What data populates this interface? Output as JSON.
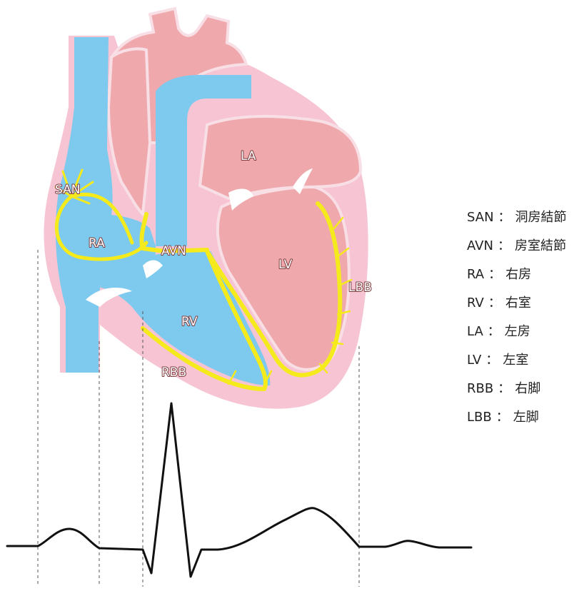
{
  "labels": {
    "san": "SAN",
    "ra": "RA",
    "avn": "AVN",
    "la": "LA",
    "lv": "LV",
    "rv": "RV",
    "rbb": "RBB",
    "lbb": "LBB"
  },
  "legend": {
    "separator": "：",
    "items": [
      {
        "abbr": "SAN",
        "term": "洞房結節"
      },
      {
        "abbr": "AVN",
        "term": "房室結節"
      },
      {
        "abbr": "RA",
        "term": "右房"
      },
      {
        "abbr": "RV",
        "term": "右室"
      },
      {
        "abbr": "LA",
        "term": "左房"
      },
      {
        "abbr": "LV",
        "term": "左室"
      },
      {
        "abbr": "RBB",
        "term": "右脚"
      },
      {
        "abbr": "LBB",
        "term": "左脚"
      }
    ]
  },
  "colors": {
    "blue": "#7dcaee",
    "pink_wall": "#f6c4d2",
    "pink_chamber": "#efa9ad",
    "conduction": "#f5ea1c",
    "ecg": "#111111",
    "guide": "#555555"
  }
}
